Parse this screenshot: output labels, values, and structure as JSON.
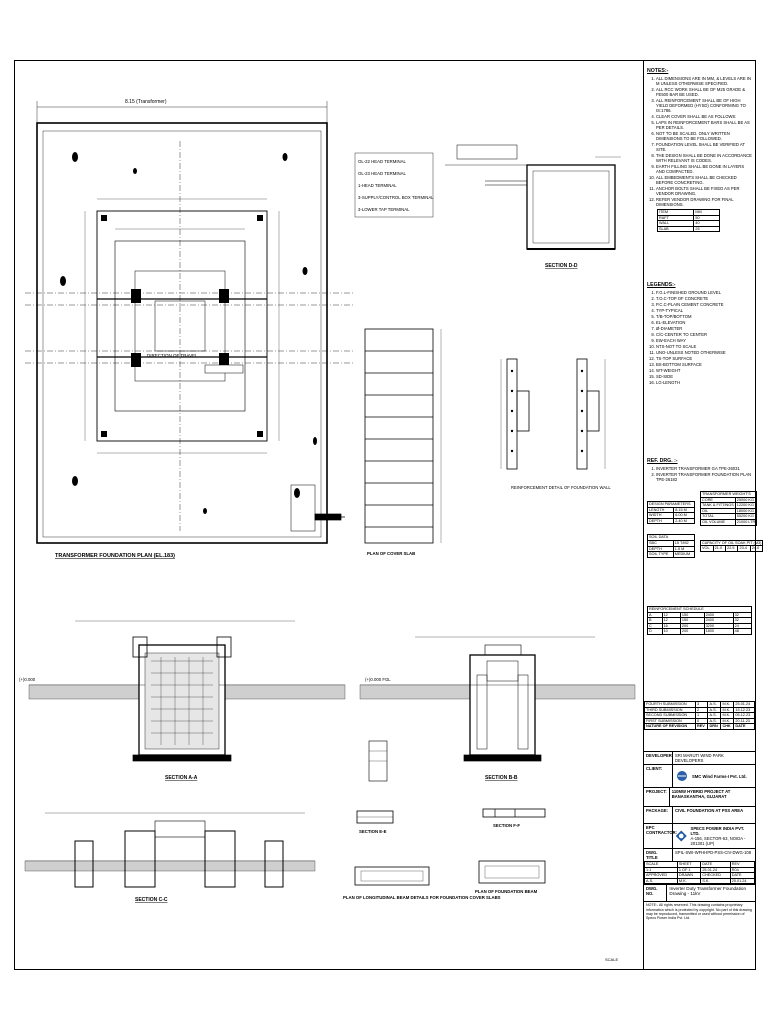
{
  "drawing": {
    "plan_title": "TRANSFORMER FOUNDATION PLAN (EL.183)",
    "plan_top_dim": "8.15 (Transformer)",
    "plan_legend": [
      "OL-22 HEAD TERMINAL",
      "OL-23 HEAD TERMINAL",
      "1-HEAD TERMINAL",
      "3-SUPPLY/CONTROL BOX TERMINAL",
      "3-LOWER TAP TERMINAL"
    ],
    "dir_label": "DIRECTION OF TRAVEL",
    "section_d_title": "SECTION D-D",
    "section_a_title": "SECTION A-A",
    "section_b_title": "SECTION B-B",
    "section_c_title": "SECTION C-C",
    "section_e_title": "SECTION E-E",
    "section_f_title": "SECTION F-F",
    "rebar_detail_title": "REINFORCEMENT DETAIL OF FOUNDATION WALL",
    "cover_slab_title": "PLAN OF COVER SLAB",
    "top_plan_title": "PLAN OF LONGITUDINAL BEAM DETAILS FOR FOUNDATION COVER SLABS",
    "flat_plan_title": "PLAN OF FOUNDATION BEAM",
    "level_top": "(+)0.000",
    "level_fgl": "(+)0.000 FGL",
    "scale_note": "SCALE"
  },
  "notes": {
    "title": "NOTES:-",
    "items": [
      "ALL DIMENSIONS ARE IN MM, & LEVELS ARE IN M UNLESS OTHERWISE SPECIFIED.",
      "ALL RCC WORK SHALL BE OF M25 GRADE & FE500 BAR BE USED.",
      "ALL REINFORCEMENT SHALL BE OF HIGH YIELD DEFORMED (HYSD) CONFORMING TO IS:1786.",
      "CLEAR COVER SHALL BE AS FOLLOWS:",
      "LAPS IN REINFORCEMENT BARS SHALL BE AS PER DETAILS.",
      "NOT TO BE SCALED. ONLY WRITTEN DIMENSIONS TO BE FOLLOWED.",
      "FOUNDATION LEVEL SHALL BE VERIFIED AT SITE.",
      "THE DESIGN SHALL BE DONE IN ACCORDANCE WITH RELEVANT IS CODES.",
      "EARTH FILLING SHALL BE DONE IN LAYERS AND COMPACTED.",
      "ALL EMBEDMENTS SHALL BE CHECKED BEFORE CONCRETING.",
      "ANCHOR BOLTS SHALL BE FIXED AS PER VENDOR DRAWING.",
      "REFER VENDOR DRAWING FOR FINAL DIMENSIONS."
    ],
    "cover_hdr": [
      "ITEM",
      "MM"
    ],
    "cover_rows": [
      [
        "RAFT",
        "50"
      ],
      [
        "WALL",
        "40"
      ],
      [
        "SLAB",
        "25"
      ]
    ]
  },
  "legends": {
    "title": "LEGENDS:-",
    "items": [
      "F.G.L-FINISHED GROUND LEVEL",
      "T.O.C-TOP OF CONCRETE",
      "P.C.C-PLAIN CEMENT CONCRETE",
      "TYP-TYPICAL",
      "T/B-TOP/BOTTOM",
      "EL-ELEVATION",
      "Ø-DIAMETER",
      "C/C-CENTER TO CENTER",
      "EW-EACH WAY",
      "NTS-NOT TO SCALE",
      "UNO-UNLESS NOTED OTHERWISE",
      "TS-TOP SURFACE",
      "BS-BOTTOM SURFACE",
      "WT-WEIGHT",
      "SD-SIDE",
      "LG-LENGTH"
    ]
  },
  "refs": {
    "title": "REF. DRG. :-",
    "items": [
      "INVERTER TRANSFORMER GA TPE-26031",
      "INVERTER TRANSFORMER FOUNDATION PLAN TPE-26182"
    ]
  },
  "tables": {
    "xfmr_hdr": "TRANSFORMER WEIGHT'S",
    "xfmr_rows": [
      [
        "CORE",
        "25000 KG"
      ],
      [
        "TANK & FITTINGS",
        "12200 KG"
      ],
      [
        "OIL",
        "18000 KG"
      ],
      [
        "TOTAL",
        "55200 KG"
      ],
      [
        "OIL VOLUME",
        "21000 LTR"
      ]
    ],
    "param_hdr": "DESIGN PARAMETERS",
    "param_rows": [
      [
        "LENGTH",
        "8.15 M"
      ],
      [
        "WIDTH",
        "6.00 M"
      ],
      [
        "DEPTH",
        "2.40 M"
      ]
    ],
    "soil_hdr": "SOIL DATA",
    "soil_rows": [
      [
        "SBC",
        "15 T/M2"
      ],
      [
        "DEPTH",
        "1.5 M"
      ],
      [
        "SOIL TYPE",
        "MEDIUM"
      ]
    ],
    "pit_hdr": "CAPACITY OF OIL SOAK PIT (M3)",
    "pit_rows": [
      [
        "VOL",
        "21.0",
        "22.5",
        "23.4",
        "24.0"
      ]
    ],
    "sched_hdr": "REINFORCEMENT SCHEDULE",
    "sched_rows": [
      [
        "A",
        "12",
        "150",
        "2400",
        "32"
      ],
      [
        "B",
        "12",
        "150",
        "2400",
        "32"
      ],
      [
        "C",
        "16",
        "200",
        "3200",
        "24"
      ],
      [
        "D",
        "10",
        "200",
        "1800",
        "48"
      ]
    ]
  },
  "revisions": [
    [
      "FOURTH SUBMISSION",
      "3",
      "A.S.",
      "M.K.",
      "25.01.24"
    ],
    [
      "THIRD SUBMISSION",
      "2",
      "A.S.",
      "M.K.",
      "15.12.23"
    ],
    [
      "SECOND SUBMISSION",
      "1",
      "A.S.",
      "M.K.",
      "05.12.23"
    ],
    [
      "FIRST SUBMISSION",
      "0",
      "A.S.",
      "M.K.",
      "20.11.23"
    ]
  ],
  "rev_hdr": [
    "NATURE OF REVISION",
    "REV",
    "DRN",
    "CHK",
    "DATE"
  ],
  "titleblock": {
    "developer_lbl": "DEVELOPER",
    "developer": "SRI MARUTI WIND PARK DEVELOPERS",
    "client_lbl": "CLIENT:",
    "client": "SMC Wind Farms-I Pvt. Ltd.",
    "project_lbl": "PROJECT:",
    "project": "110MW HYBRID PROJECT AT BANASKANTHA, GUJARAT",
    "package_lbl": "PACKAGE:",
    "package": "CIVIL FOUNDATION AT PSS AREA",
    "epc_lbl": "EPC CONTRACTOR:",
    "epc_name": "SPECS POWER INDIA PVT. LTD.",
    "epc_addr": "A-156, SECTOR-63, NOIDA - 201301 (UP)",
    "dwg_no_lbl": "DWG. TITLE",
    "dwg_no": "SPIL-SWI-WFHHPD-PSS-CIV-DWG-108",
    "scale_hdr": [
      "SCALE",
      "SHEET",
      "DATE",
      "REV"
    ],
    "scale_row": [
      "1:1",
      "1 OF 1",
      "25.01.24",
      "R04"
    ],
    "appr_hdr": [
      "APPROVED",
      "DRAWN",
      "CHECKED",
      "DATE"
    ],
    "appr_row": [
      "A.S.",
      "M.K.",
      "S.K.",
      "25.01.24"
    ],
    "title_lbl": "DWG. NO.",
    "title": "Inverter Duty Transformer Foundation Drawing - 11kV",
    "note": "NOTE:- All rights reserved. This drawing contains proprietary information which is protected by copyright. No part of this drawing may be reproduced, transmitted or used without permission of Specs Power India Pvt. Ltd."
  }
}
